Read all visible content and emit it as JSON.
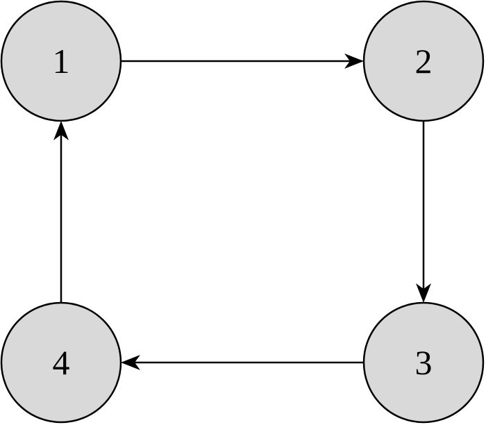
{
  "nodes": [
    {
      "id": "1",
      "label": "1"
    },
    {
      "id": "2",
      "label": "2"
    },
    {
      "id": "3",
      "label": "3"
    },
    {
      "id": "4",
      "label": "4"
    }
  ],
  "edges": [
    {
      "from": "1",
      "to": "2"
    },
    {
      "from": "2",
      "to": "3"
    },
    {
      "from": "3",
      "to": "4"
    },
    {
      "from": "4",
      "to": "1"
    }
  ],
  "colors": {
    "node_fill": "#d9d9d9",
    "stroke": "#000000",
    "background": "#ffffff"
  }
}
